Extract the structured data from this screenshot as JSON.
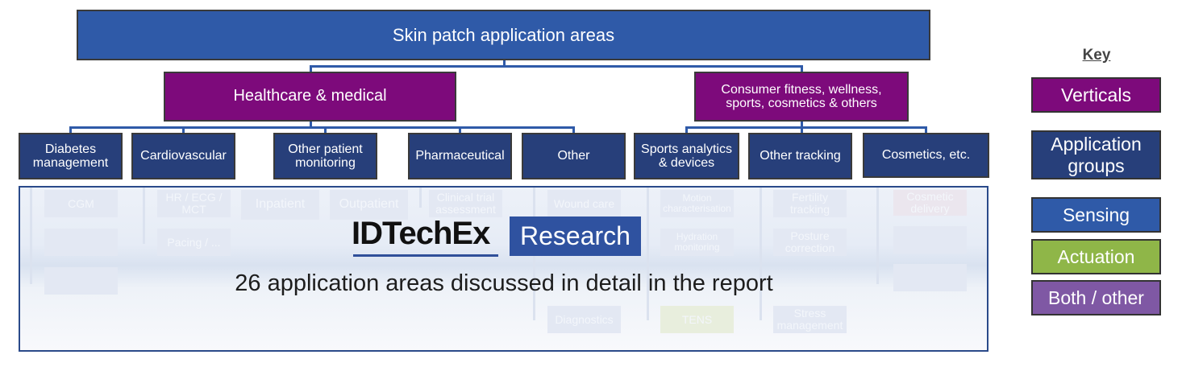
{
  "root": {
    "label": "Skin patch application areas"
  },
  "verticals": [
    {
      "label": "Healthcare & medical"
    },
    {
      "label": "Consumer fitness, wellness, sports, cosmetics & others"
    }
  ],
  "groups": [
    {
      "label": "Diabetes management",
      "vertical": "Healthcare & medical"
    },
    {
      "label": "Cardiovascular",
      "vertical": "Healthcare & medical"
    },
    {
      "label": "Other patient monitoring",
      "vertical": "Healthcare & medical"
    },
    {
      "label": "Pharmaceutical",
      "vertical": "Healthcare & medical"
    },
    {
      "label": "Other",
      "vertical": "Healthcare & medical"
    },
    {
      "label": "Sports analytics & devices",
      "vertical": "Consumer fitness, wellness, sports, cosmetics & others"
    },
    {
      "label": "Other tracking",
      "vertical": "Consumer fitness, wellness, sports, cosmetics & others"
    },
    {
      "label": "Cosmetics, etc.",
      "vertical": "Consumer fitness, wellness, sports, cosmetics & others"
    }
  ],
  "faded_items": {
    "diabetes": [
      "CGM",
      "",
      ""
    ],
    "cardio": [
      "HR / ECG / MCT",
      "Pacing / ..."
    ],
    "other_patient": [
      "Inpatient",
      "Outpatient"
    ],
    "pharma": [
      "Clinical trial assessment"
    ],
    "other": [
      "Wound care",
      "Diagnostics"
    ],
    "sports": [
      "Motion characterisation",
      "Hydration monitoring",
      "TENS"
    ],
    "tracking": [
      "Fertility tracking",
      "Posture correction",
      "Stress management"
    ],
    "cosmetics": [
      "Cosmetic delivery",
      "",
      ""
    ]
  },
  "overlay": {
    "logo_brand": "IDTechEx",
    "logo_badge": "Research",
    "tagline": "26 application areas discussed in detail in the report"
  },
  "key": {
    "title": "Key",
    "items": [
      {
        "label": "Verticals",
        "color": "#7d0a7b"
      },
      {
        "label": "Application groups",
        "color": "#273f7a"
      },
      {
        "label": "Sensing",
        "color": "#2f5aa8"
      },
      {
        "label": "Actuation",
        "color": "#8fb648"
      },
      {
        "label": "Both / other",
        "color": "#7f58a4"
      }
    ]
  }
}
